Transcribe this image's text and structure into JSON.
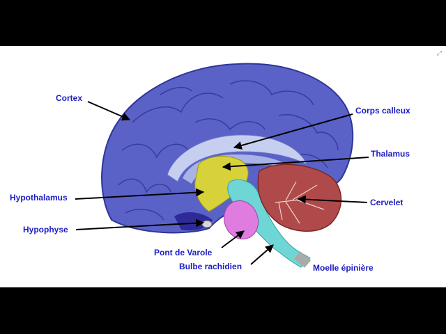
{
  "labels": {
    "cortex": "Cortex",
    "corps_calleux": "Corps calleux",
    "thalamus": "Thalamus",
    "hypothalamus": "Hypothalamus",
    "cervelet": "Cervelet",
    "hypophyse": "Hypophyse",
    "pont_de_varole": "Pont de Varole",
    "bulbe_rachidien": "Bulbe rachidien",
    "moelle_epiniere": "Moelle épinière"
  },
  "colors": {
    "label": "#1c1cc4",
    "cortex": "#5a62c8",
    "white_matter": "#c7cff0",
    "thalamus": "#d7d23a",
    "pons": "#e07be0",
    "brainstem": "#6fd6d6",
    "cerebellum": "#b04a4a"
  },
  "icons": {
    "expand": "expand-icon"
  }
}
